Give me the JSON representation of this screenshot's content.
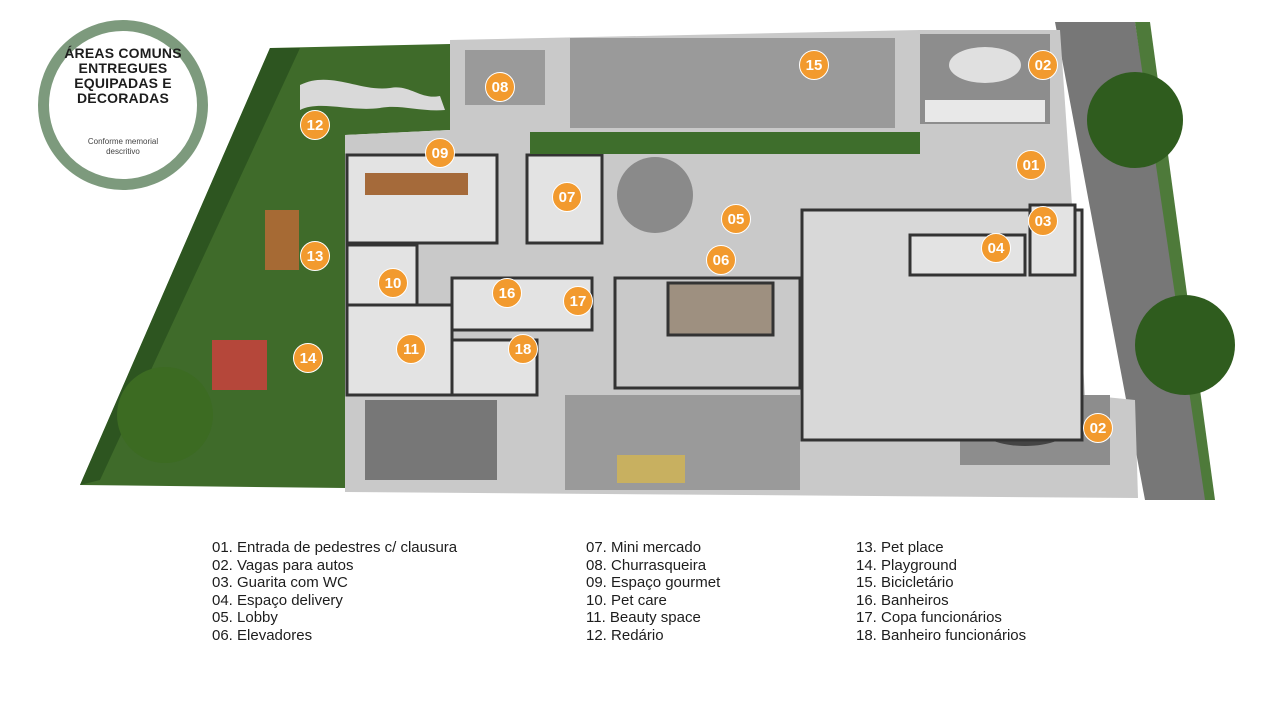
{
  "badge": {
    "title": "ÁREAS COMUNS ENTREGUES EQUIPADAS E DECORADAS",
    "subtitle": "Conforme memorial descritivo"
  },
  "markers": [
    "01",
    "02",
    "03",
    "04",
    "05",
    "06",
    "07",
    "08",
    "09",
    "10",
    "11",
    "12",
    "13",
    "14",
    "15",
    "16",
    "17",
    "18"
  ],
  "legend": {
    "col1": [
      "01. Entrada de pedestres c/ clausura",
      "02. Vagas para autos",
      "03. Guarita com WC",
      "04. Espaço delivery",
      "05. Lobby",
      "06. Elevadores"
    ],
    "col2": [
      "07. Mini mercado",
      "08. Churrasqueira",
      "09. Espaço gourmet",
      "10. Pet care",
      "11.  Beauty space",
      "12. Redário"
    ],
    "col3": [
      "13. Pet place",
      "14. Playground",
      "15. Bicicletário",
      "16. Banheiros",
      "17. Copa funcionários",
      "18. Banheiro funcionários"
    ]
  },
  "colors": {
    "marker": "#f29a2e",
    "badge_ring": "#7d9a7d",
    "lawn": "#3f6b2a",
    "floor": "#c9c9c9"
  }
}
